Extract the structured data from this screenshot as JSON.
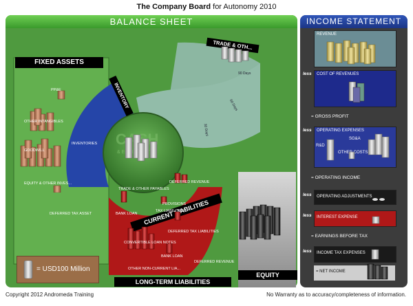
{
  "title": {
    "bold": "The Company Board",
    "rest": " for Autonomy 2010"
  },
  "balance_sheet": {
    "header": "BALANCE SHEET",
    "fixed_assets": "FIXED ASSETS",
    "inventory": "INVENTORY",
    "trade_receivables": "TRADE & OTH...",
    "cash_big": "CASH",
    "cash_sub": "& EQUIVALENTS",
    "labels": {
      "ppe": "PP&E",
      "other_intangibles": "OTHER INTANGIBLES",
      "goodwill": "GOODWILL",
      "equity_investments": "EQUITY & OTHER INVES...",
      "deferred_tax_asset": "DEFERRED TAX ASSET",
      "inventories": "INVENTORIES",
      "trade_payables": "TRADE & OTHER PAYABLES",
      "deferred_revenue_cl": "DEFERRED REVENUE",
      "provisions": "PROVISIONS",
      "tax_liabilities": "TAX LIABILITIES",
      "bank_loan_cl": "BANK LOAN",
      "current_liabilities": "CURRENT LIABILITIES",
      "deferred_tax_liabilities": "DEFERRED TAX LIABILITIES",
      "convertible_loan_notes": "CONVERTIBLE LOAN NOTES",
      "bank_loan_ltl": "BANK LOAN",
      "deferred_revenue_ltl": "DEFERRED REVENUE",
      "other_noncurrent": "OTHER NON-CURRENT LIA...",
      "long_term_liabilities": "LONG-TERM LIABILITIES",
      "equity": "EQUITY"
    },
    "days_labels": [
      "90 Days",
      "60 Days",
      "30 Days"
    ],
    "legend": "= USD100 Million"
  },
  "income_statement": {
    "header": "INCOME STATEMENT",
    "revenue": "REVENUE",
    "less": "less",
    "cost_of_revenues": "COST OF REVENUES",
    "gross_profit": "= GROSS PROFIT",
    "operating_expenses": "OPERATING EXPENSES",
    "sga": "SG&A",
    "rnd": "R&D",
    "other_costs": "OTHER COSTS (NET)",
    "operating_income": "= OPERATING INCOME",
    "operating_adjustments": "OPERATING ADJUSTMENTS",
    "interest_expense": "INTEREST EXPENSE",
    "ebt": "= EARNINGS BEFORE TAX",
    "income_tax_expenses": "INCOME TAX EXPENSES",
    "net_income": "= NET INCOME"
  },
  "footer": {
    "left": "Copyright 2012 Andromeda Training",
    "right": "No Warranty as to accuracy/completeness of information."
  },
  "colors": {
    "balance_green": "#4f9a3f",
    "income_dark": "#3c3c3c",
    "liabilities_red": "#b01818",
    "inventory_blue": "#2545a8",
    "receivables_teal": "#8fb8a8"
  }
}
